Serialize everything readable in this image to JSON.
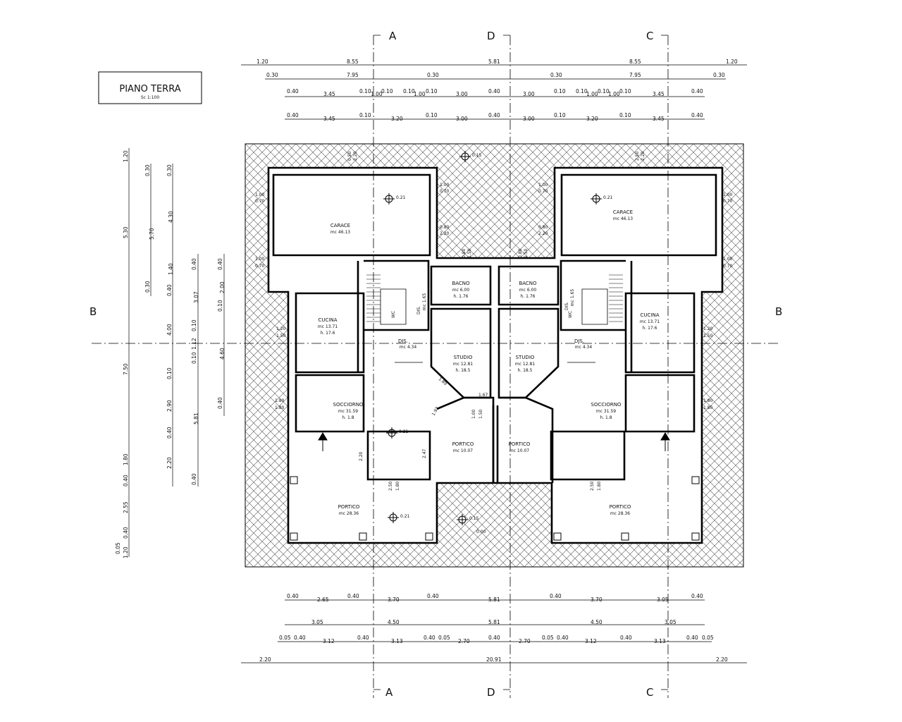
{
  "title_block": {
    "title": "PIANO  TERRA",
    "scale": "Sc 1:100"
  },
  "section_markers": {
    "a": "A",
    "d": "D",
    "c": "C",
    "b": "B"
  },
  "dims_top": {
    "row1": [
      "1.20",
      "8.55",
      "5.81",
      "8.55",
      "1.20"
    ],
    "row2": [
      "0.30",
      "7.95",
      "0.30",
      "0.30",
      "7.95",
      "0.30"
    ],
    "row3": [
      "0.40",
      "3.45",
      "0.10",
      "0.10",
      "1.00",
      "0.10",
      "1.00",
      "0.10",
      "3.00",
      "0.40",
      "3.00",
      "0.10",
      "0.10",
      "1.00",
      "0.10",
      "1.00",
      "0.10",
      "3.45",
      "0.40"
    ],
    "row4": [
      "0.40",
      "3.45",
      "0.10",
      "3.20",
      "0.10",
      "3.00",
      "0.40",
      "3.00",
      "0.10",
      "3.20",
      "0.10",
      "3.45",
      "0.40"
    ]
  },
  "dims_bottom": {
    "row1": [
      "0.40",
      "2.65",
      "0.40",
      "3.70",
      "0.40",
      "5.81",
      "0.40",
      "3.70",
      "3.05",
      "0.40"
    ],
    "row2": [
      "3.05",
      "4.50",
      "5.81",
      "4.50",
      "3.05"
    ],
    "row3": [
      "0.05",
      "0.40",
      "3.12",
      "0.40",
      "3.13",
      "0.40",
      "0.05",
      "2.70",
      "0.40",
      "2.70",
      "0.05",
      "0.40",
      "3.12",
      "0.40",
      "3.13",
      "0.40",
      "0.05"
    ],
    "row4": [
      "2.20",
      "20.91",
      "2.20"
    ]
  },
  "dims_left": {
    "col1": [
      "1.20",
      "5.30",
      "7.50",
      "1.80",
      "0.40",
      "2.55",
      "0.40",
      "0.05",
      "1.20"
    ],
    "col2": [
      "0.30",
      "5.70",
      "0.30",
      "4.00",
      "0.10",
      "2.90",
      "0.40",
      "2.20"
    ],
    "col3": [
      "0.30",
      "4.30",
      "1.40",
      "0.40",
      "0.10",
      "1.12",
      "0.10",
      "5.81",
      "0.40",
      "0.40"
    ],
    "col4": [
      "0.40",
      "3.07",
      "0.10",
      "0.40"
    ],
    "col5": [
      "0.40",
      "2.00",
      "0.10",
      "4.60",
      "0.40"
    ]
  },
  "rooms": {
    "garage_l": {
      "name": "CARACE",
      "area": "mc 46.13"
    },
    "garage_r": {
      "name": "CARACE",
      "area": "mc 46.13"
    },
    "bagno_l": {
      "name": "BACNO",
      "area": "mc 6.00",
      "h": "h. 1.76"
    },
    "bagno_r": {
      "name": "BACNO",
      "area": "mc 6.00",
      "h": "h. 1.76"
    },
    "cucina_l": {
      "name": "CUCINA",
      "area": "mc 13.71",
      "h": "h. 17.6"
    },
    "cucina_r": {
      "name": "CUCINA",
      "area": "mc 13.71",
      "h": "h. 17.6"
    },
    "dis_l": {
      "name": "DIS.",
      "area": "mc 4.34"
    },
    "dis_r": {
      "name": "DIS.",
      "area": "mc 4.34"
    },
    "studio_l": {
      "name": "STUDIO",
      "area": "mc 12.81",
      "h": "h. 18.5"
    },
    "studio_r": {
      "name": "STUDIO",
      "area": "mc 12.81",
      "h": "h. 18.5"
    },
    "soggiorno_l": {
      "name": "SOCCIORNO",
      "area": "mc 31.59",
      "h": "h. 1.8"
    },
    "soggiorno_r": {
      "name": "SOCCIORNO",
      "area": "mc 31.59",
      "h": "h. 1.8"
    },
    "portico_cl": {
      "name": "PORTICO",
      "area": "mc 10.07"
    },
    "portico_cr": {
      "name": "PORTICO",
      "area": "mc 10.07"
    },
    "portico_l": {
      "name": "PORTICO",
      "area": "mc 28.36"
    },
    "portico_r": {
      "name": "PORTICO",
      "area": "mc 28.36"
    },
    "dis_stair_l": {
      "name": "DIS.",
      "area": "mc 1.65"
    },
    "dis_stair_r": {
      "name": "DIS.",
      "area": "mc 1.65"
    },
    "wc_l": "WC",
    "wc_r": "WC"
  },
  "levels": {
    "garage_l": "0.21",
    "garage_r": "0.21",
    "soggiorno_l": "0.21",
    "portico_l": "0.21",
    "court_top": "0.15",
    "court_bottom": "0.15",
    "ground_note": "0.00"
  },
  "opening_dims": {
    "garage_l_top": [
      "0.50",
      "2.20"
    ],
    "garage_r_top": [
      "2.50",
      "2.20"
    ],
    "garage_l_left1": [
      "1.00",
      "0.70"
    ],
    "garage_l_left2": [
      "1.00",
      "0.70"
    ],
    "garage_l_right1": [
      "1.00",
      "0.70"
    ],
    "garage_l_right2": [
      "0.80",
      "2.20"
    ],
    "garage_r_left1": [
      "1.00",
      "0.70"
    ],
    "garage_r_left2": [
      "0.80",
      "2.20"
    ],
    "garage_r_right1": [
      "1.00",
      "0.70"
    ],
    "garage_r_right2": [
      "1.00",
      "0.70"
    ],
    "bagno_l_top": [
      "0.80",
      "1.50"
    ],
    "bagno_r_top": [
      "0.80",
      "1.50"
    ],
    "cucina_l": [
      "1.20",
      "1.50"
    ],
    "cucina_r": [
      "1.20",
      "1.50"
    ],
    "sogg_l": [
      "1.80",
      "1.80"
    ],
    "sogg_r": [
      "1.80",
      "1.80"
    ],
    "sogg_l_bottom": [
      "2.50",
      "1.80"
    ],
    "sogg_r_bottom": [
      "2.50",
      "1.80"
    ],
    "diag_l": "1.89",
    "diag_c": "1.93",
    "center_w": "1.67",
    "center_v": [
      "1.00",
      "1.50"
    ],
    "sogg_h1": "2.20",
    "sogg_h2": "2.47"
  }
}
